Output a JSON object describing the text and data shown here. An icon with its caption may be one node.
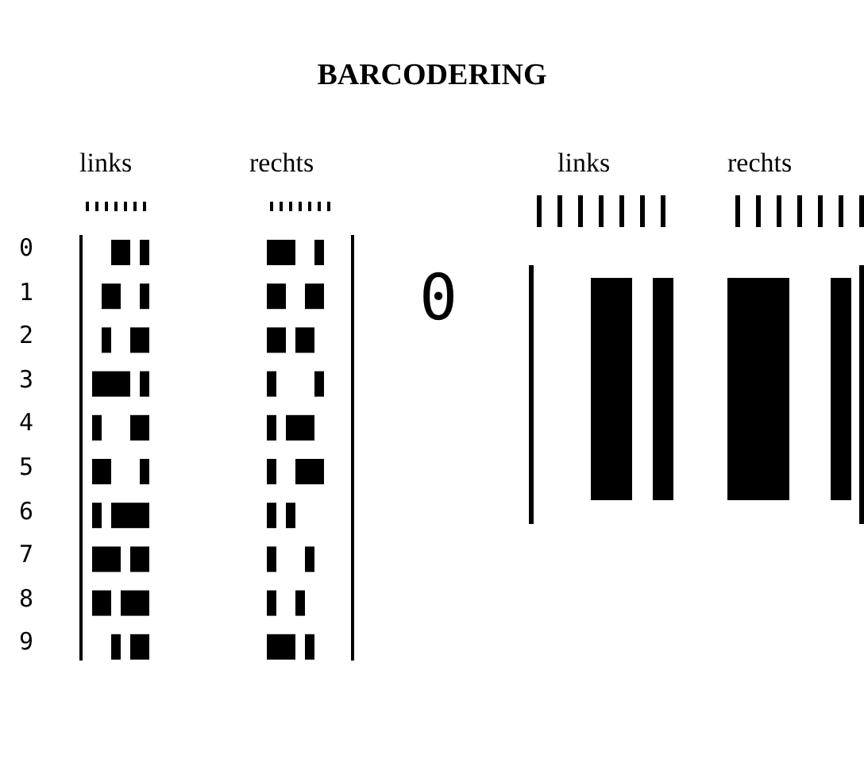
{
  "diagram": {
    "title": "BARCODERING",
    "labels": [
      "links",
      "rechts",
      "links",
      "rechts",
      "0",
      "1",
      "2",
      "3",
      "4",
      "5",
      "6",
      "7",
      "8",
      "9",
      "0"
    ]
  }
}
